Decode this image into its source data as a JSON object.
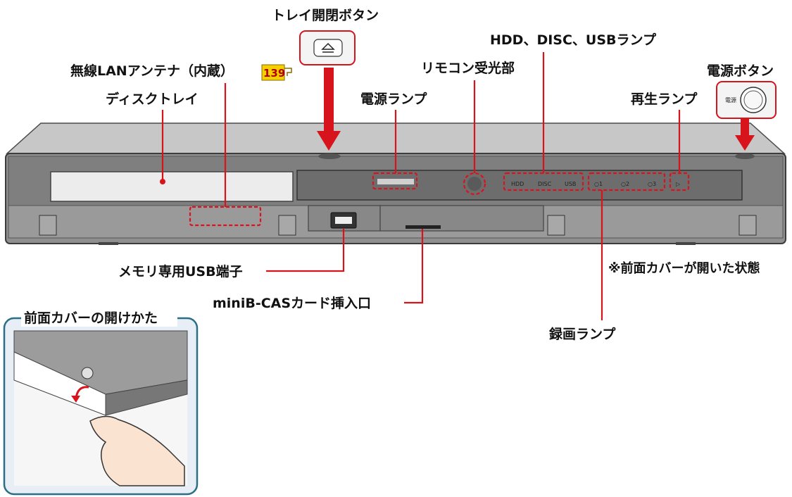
{
  "labels": {
    "tray_button": "トレイ開閉ボタン",
    "wireless_lan": "無線LANアンテナ（内蔵）",
    "wireless_lan_ref": "139",
    "disc_tray": "ディスクトレイ",
    "power_lamp": "電源ランプ",
    "remote_receiver": "リモコン受光部",
    "hdd_disc_usb_lamp": "HDD、DISC、USBランプ",
    "play_lamp": "再生ランプ",
    "power_button": "電源ボタン",
    "memory_usb": "メモリ専用USB端子",
    "minib_cas": "miniB-CASカード挿入口",
    "cover_open_note": "※前面カバーが開いた状態",
    "record_lamp": "録画ランプ",
    "cover_how_to": "前面カバーの開けかた"
  },
  "panel": {
    "hdd": "HDD",
    "disc": "DISC",
    "usb": "USB",
    "rec1": "○1",
    "rec2": "○2",
    "rec3": "○3",
    "play_symbol": "▷",
    "power_text": "電源"
  },
  "colors": {
    "callout_red": "#d7141c",
    "body_gray": "#8c8c8c",
    "inset_border": "#2a6f86"
  }
}
